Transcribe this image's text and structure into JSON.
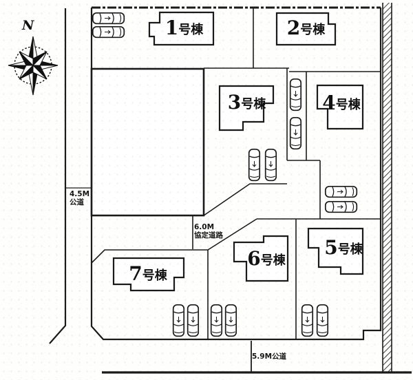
{
  "compass": {
    "label": "N"
  },
  "roads": {
    "left_road": {
      "width_label": "4.5M",
      "type_label": "公道"
    },
    "agreement_road": {
      "width_label": "6.0M",
      "type_label": "協定道路"
    },
    "bottom_road": {
      "label": "5.9M公道"
    }
  },
  "buildings": [
    {
      "label": "1号棟",
      "number": "1",
      "suffix": "号棟"
    },
    {
      "label": "2号棟",
      "number": "2",
      "suffix": "号棟"
    },
    {
      "label": "3号棟",
      "number": "3",
      "suffix": "号棟"
    },
    {
      "label": "4号棟",
      "number": "4",
      "suffix": "号棟"
    },
    {
      "label": "5号棟",
      "number": "5",
      "suffix": "号棟"
    },
    {
      "label": "6号棟",
      "number": "6",
      "suffix": "号棟"
    },
    {
      "label": "7号棟",
      "number": "7",
      "suffix": "号棟"
    }
  ],
  "colors": {
    "line": "#1a1a1a",
    "background": "#fefefd"
  }
}
